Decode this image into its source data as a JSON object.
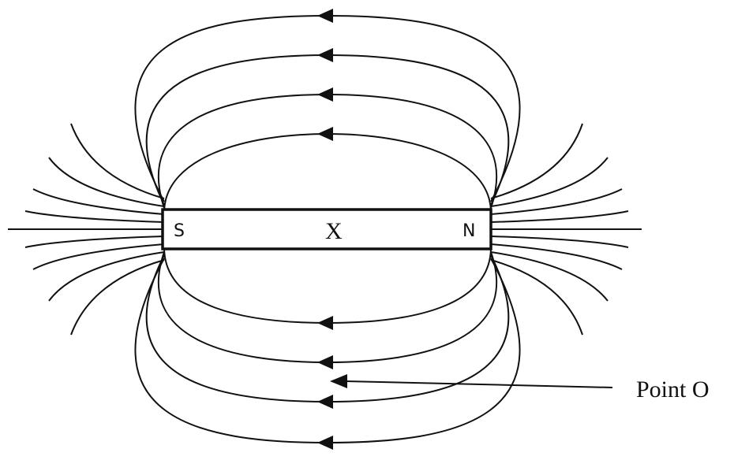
{
  "magnet": {
    "south_label": "S",
    "north_label": "N",
    "center_label": "X"
  },
  "annotation": {
    "label": "Point O"
  }
}
